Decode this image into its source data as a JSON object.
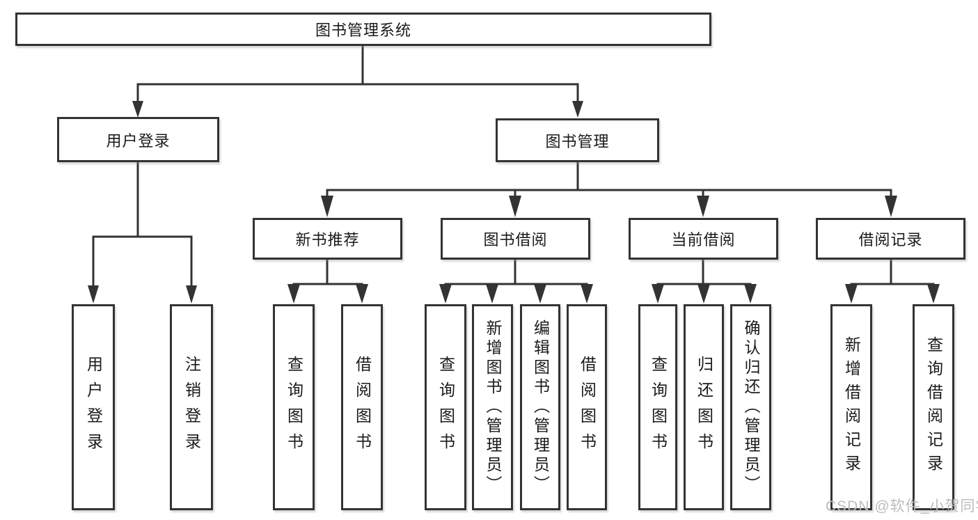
{
  "diagram": {
    "type": "hierarchy-flowchart",
    "root": {
      "label": "图书管理系统",
      "children": [
        {
          "label": "用户登录",
          "children": [
            {
              "label": "用户登录"
            },
            {
              "label": "注销登录"
            }
          ]
        },
        {
          "label": "图书管理",
          "children": [
            {
              "label": "新书推荐",
              "children": [
                {
                  "label": "查询图书"
                },
                {
                  "label": "借阅图书"
                }
              ]
            },
            {
              "label": "图书借阅",
              "children": [
                {
                  "label": "查询图书"
                },
                {
                  "label": "新增图书（管理员）"
                },
                {
                  "label": "编辑图书（管理员）"
                },
                {
                  "label": "借阅图书"
                }
              ]
            },
            {
              "label": "当前借阅",
              "children": [
                {
                  "label": "查询图书"
                },
                {
                  "label": "归还图书"
                },
                {
                  "label": "确认归还（管理员）"
                }
              ]
            },
            {
              "label": "借阅记录",
              "children": [
                {
                  "label": "新增借阅记录"
                },
                {
                  "label": "查询借阅记录"
                }
              ]
            }
          ]
        }
      ]
    }
  },
  "watermark": {
    "text": "CSDN @软件_小贺同学"
  },
  "colors": {
    "line": "#333333",
    "text": "#1a1a1a",
    "watermark": "#bcbcbc",
    "background": "#ffffff"
  }
}
